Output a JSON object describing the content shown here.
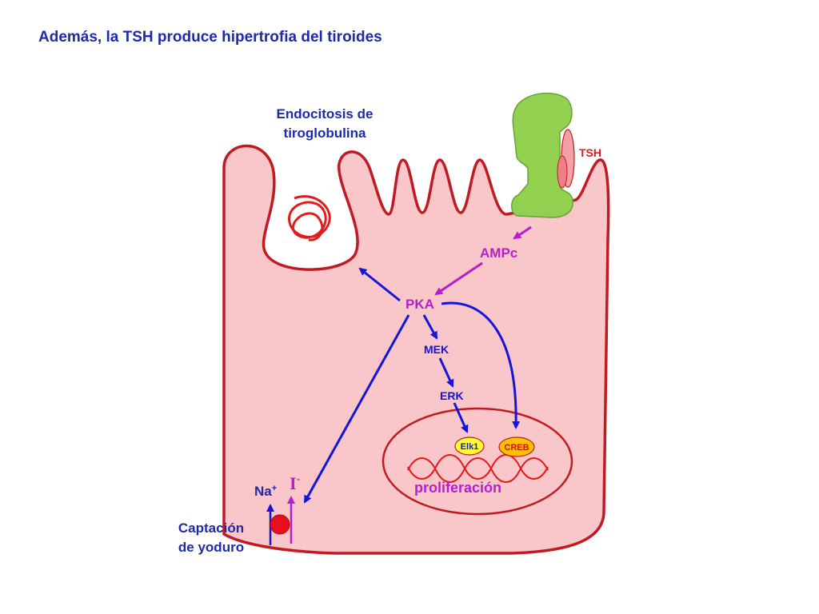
{
  "title": "Además, la TSH produce hipertrofia del tiroides",
  "labels": {
    "endocytosis_line1": "Endocitosis de",
    "endocytosis_line2": "tiroglobulina",
    "tsh": "TSH",
    "ampc": "AMPc",
    "pka": "PKA",
    "mek": "MEK",
    "erk": "ERK",
    "elk1": "Elk1",
    "creb": "CREB",
    "proliferation": "proliferación",
    "na": "Na",
    "na_sup": "+",
    "iodide": "I",
    "iodide_sup": "-",
    "uptake_line1": "Captación",
    "uptake_line2": "de yoduro"
  },
  "colors": {
    "title": "#1f2aa8",
    "cell_fill": "#f9c6c9",
    "cell_stroke": "#c01b22",
    "receptor": "#92d050",
    "tsh_ligand": "#f4a0a4",
    "magenta_arrow": "#b61fc9",
    "blue_arrow": "#1515d6",
    "elk1_fill": "#ffff33",
    "creb_fill": "#ffc000",
    "creb_text": "#d01010",
    "dna": "#e31b1b",
    "channel": "#e8111b"
  }
}
